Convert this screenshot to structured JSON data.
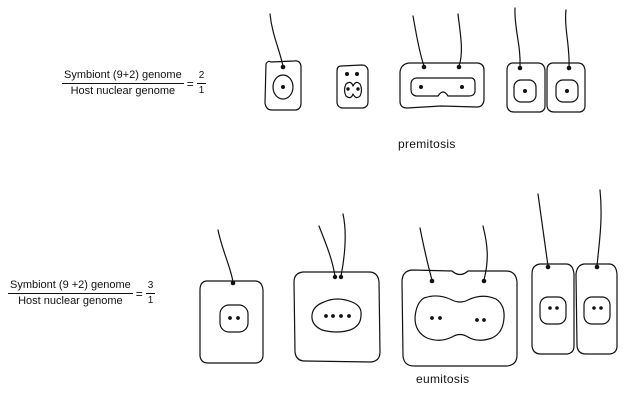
{
  "top_ratio": {
    "numerator": "Symbiont (9+2) genome",
    "denominator": "Host nuclear genome",
    "equals": "=",
    "value_num": "2",
    "value_den": "1"
  },
  "top_caption": "premitosis",
  "bottom_ratio": {
    "numerator": "Symbiont (9 +2) genome",
    "denominator": "Host nuclear genome",
    "equals": "=",
    "value_num": "3",
    "value_den": "1"
  },
  "bottom_caption": "eumitosis"
}
